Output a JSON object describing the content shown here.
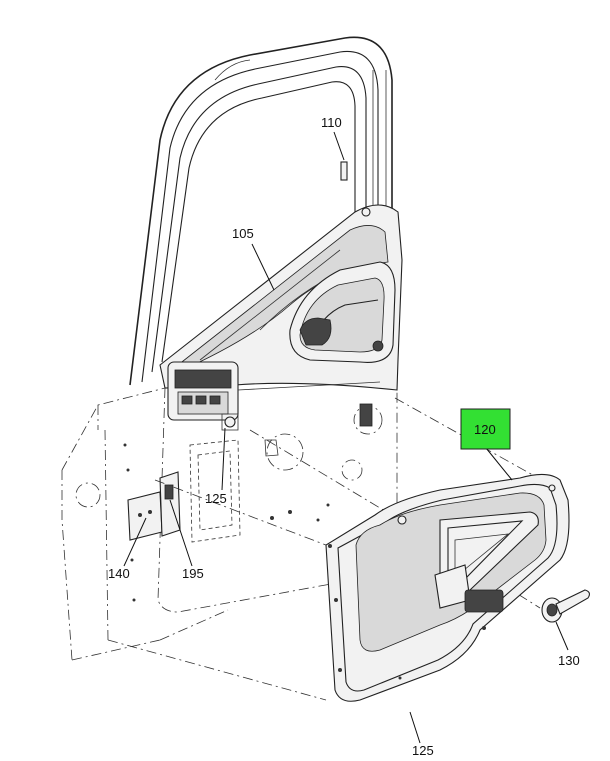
{
  "callouts": {
    "c110": "110",
    "c105": "105",
    "c120": "120",
    "c125a": "125",
    "c140": "140",
    "c195": "195",
    "c130": "130",
    "c125b": "125"
  },
  "colors": {
    "highlight": "#33e033",
    "line": "#222222"
  }
}
